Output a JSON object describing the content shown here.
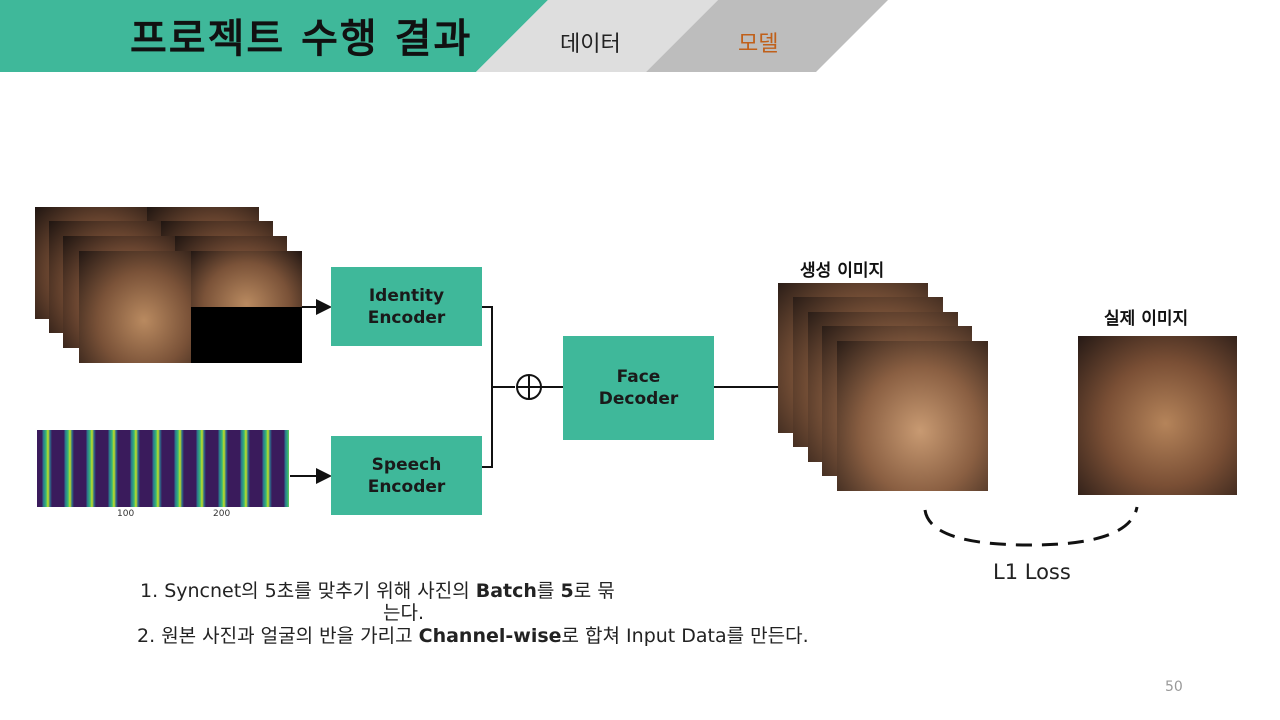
{
  "header": {
    "title": "프로젝트 수행 결과",
    "tabs": [
      {
        "label": "데이터",
        "active": false
      },
      {
        "label": "모델",
        "active": true
      }
    ],
    "accent_color": "#3fb89a",
    "active_tab_color": "#c0601a"
  },
  "diagram": {
    "identity_encoder": "Identity\nEncoder",
    "speech_encoder": "Speech\nEncoder",
    "face_decoder": "Face\nDecoder",
    "concat_symbol": "⊕",
    "generated_label": "생성 이미지",
    "real_label": "실제 이미지",
    "loss_label": "L1 Loss",
    "spectrogram_ticks": [
      "100",
      "200"
    ]
  },
  "notes": [
    {
      "num": "1.",
      "pre": "Syncnet의 5초를 맞추기 위해 사진의 ",
      "bold1": "Batch",
      "mid": "를 ",
      "bold2": "5",
      "post": "로 묶",
      "wrap": "는다."
    },
    {
      "num": "2.",
      "pre": "원본 사진과 얼굴의 반을 가리고 ",
      "bold1": "Channel-wise",
      "post": "로 합쳐 Input Data를 만든다."
    }
  ],
  "page_number": "50"
}
